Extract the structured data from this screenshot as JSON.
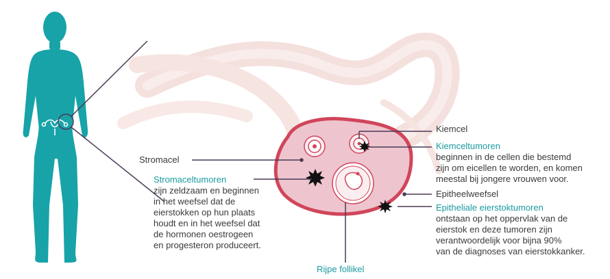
{
  "colors": {
    "body_teal": "#17a3a8",
    "ovary_outline": "#d1455a",
    "ovary_fill": "#eec5cf",
    "tube_fill": "#f1d6d2",
    "leader_line": "#4a3a55",
    "heading_teal": "#1a9aa0",
    "text": "#3a3a3a"
  },
  "labels": {
    "kiemcel": "Kiemcel",
    "stromacel": "Stromacel",
    "epitheelweefsel": "Epitheelweefsel",
    "rijpe_follikel": "Rijpe follikel"
  },
  "kiemceltumoren": {
    "heading": "Kiemceltumoren",
    "lines": [
      "beginnen in de cellen die bestemd",
      "zijn om eicellen te worden, en komen",
      "meestal bij jongere vrouwen voor."
    ]
  },
  "stromaceltumoren": {
    "heading": "Stromaceltumoren",
    "lines": [
      "zijn zeldzaam en beginnen",
      "in het weefsel dat de",
      "eierstokken op hun plaats",
      "houdt en in het weefsel dat",
      "de hormonen oestrogeen",
      "en progesteron produceert."
    ]
  },
  "epitheliale": {
    "heading": "Epitheliale eierstoktumoren",
    "lines": [
      "ontstaan op het oppervlak van de",
      "eierstok en deze tumoren zijn",
      "verantwoordelijk voor bijna 90%",
      "van de diagnoses van eierstokkanker."
    ]
  },
  "icons": {
    "body": "female-silhouette-icon",
    "tumor": "tumor-spike-icon",
    "organs": "uterus-icon"
  }
}
